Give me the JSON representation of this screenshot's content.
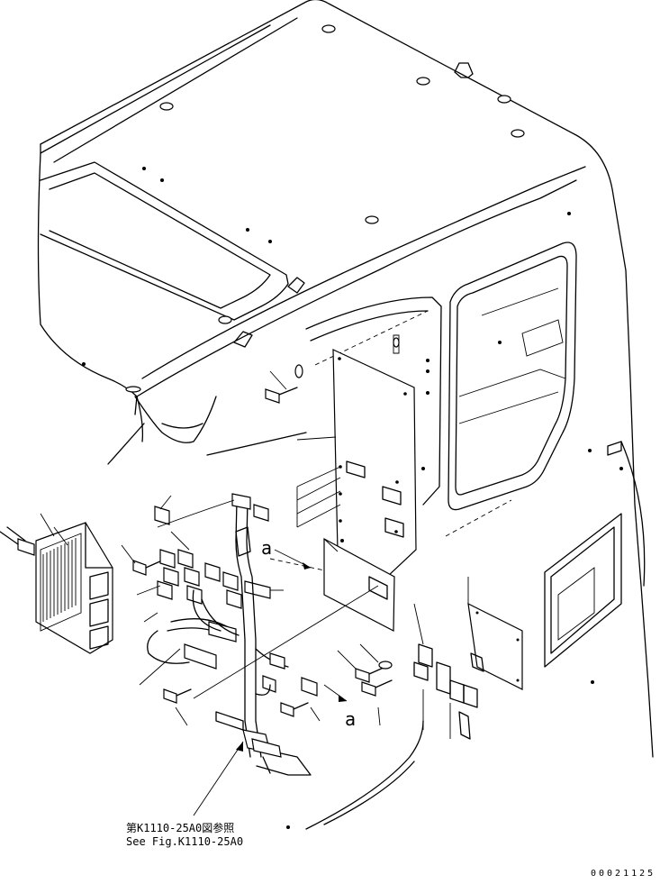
{
  "reference": {
    "japanese": "第K1110-25A0図参照",
    "english": "See Fig.K1110-25A0"
  },
  "callouts": {
    "a1": "a",
    "a2": "a"
  },
  "drawing_number": "00021125"
}
